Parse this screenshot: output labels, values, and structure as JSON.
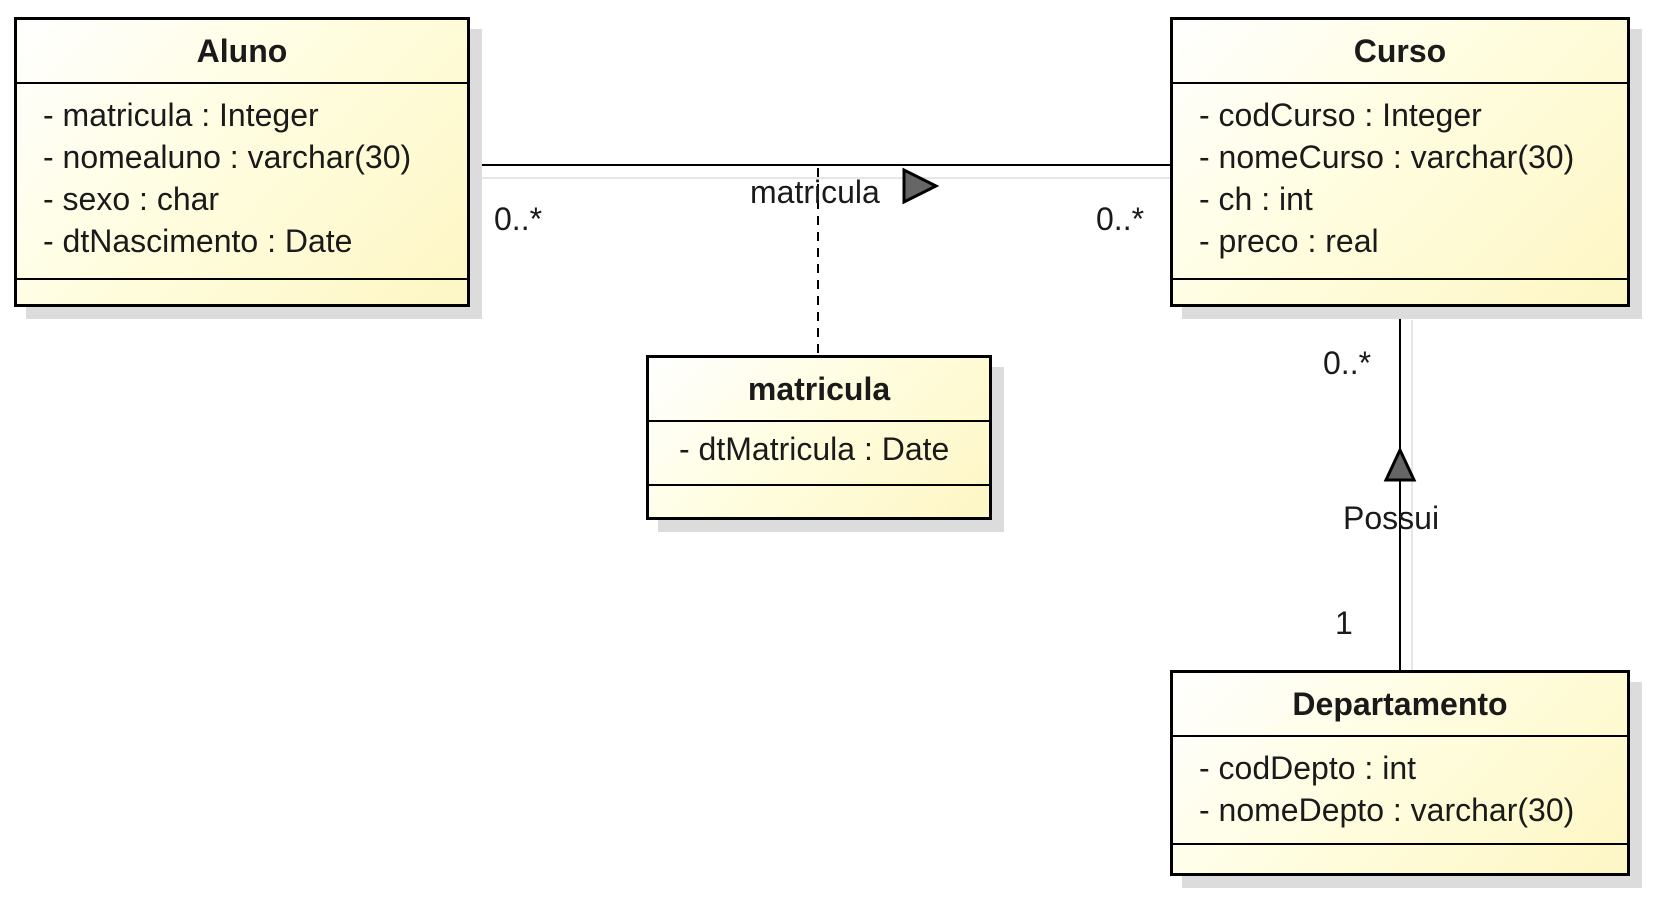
{
  "classes": [
    {
      "id": "aluno",
      "name": "Aluno",
      "attributes": [
        "- matricula : Integer",
        "- nomealuno : varchar(30)",
        "- sexo : char",
        "- dtNascimento : Date"
      ]
    },
    {
      "id": "curso",
      "name": "Curso",
      "attributes": [
        "- codCurso : Integer",
        "- nomeCurso : varchar(30)",
        "- ch : int",
        "- preco : real"
      ]
    },
    {
      "id": "matricula",
      "name": "matricula",
      "attributes": [
        "- dtMatricula : Date"
      ]
    },
    {
      "id": "departamento",
      "name": "Departamento",
      "attributes": [
        "- codDepto : int",
        "- nomeDepto : varchar(30)"
      ]
    }
  ],
  "associations": {
    "aluno_curso": {
      "name": "matricula",
      "source_multiplicity": "0..*",
      "target_multiplicity": "0..*"
    },
    "curso_departamento": {
      "name": "Possui",
      "curso_multiplicity": "0..*",
      "departamento_multiplicity": "1"
    }
  },
  "colors": {
    "class_fill_start": "#ffffff",
    "class_fill_end": "#fdf6c4",
    "border": "#000000",
    "shadow": "#dcdcdc",
    "direction_arrow_fill": "#666666"
  }
}
